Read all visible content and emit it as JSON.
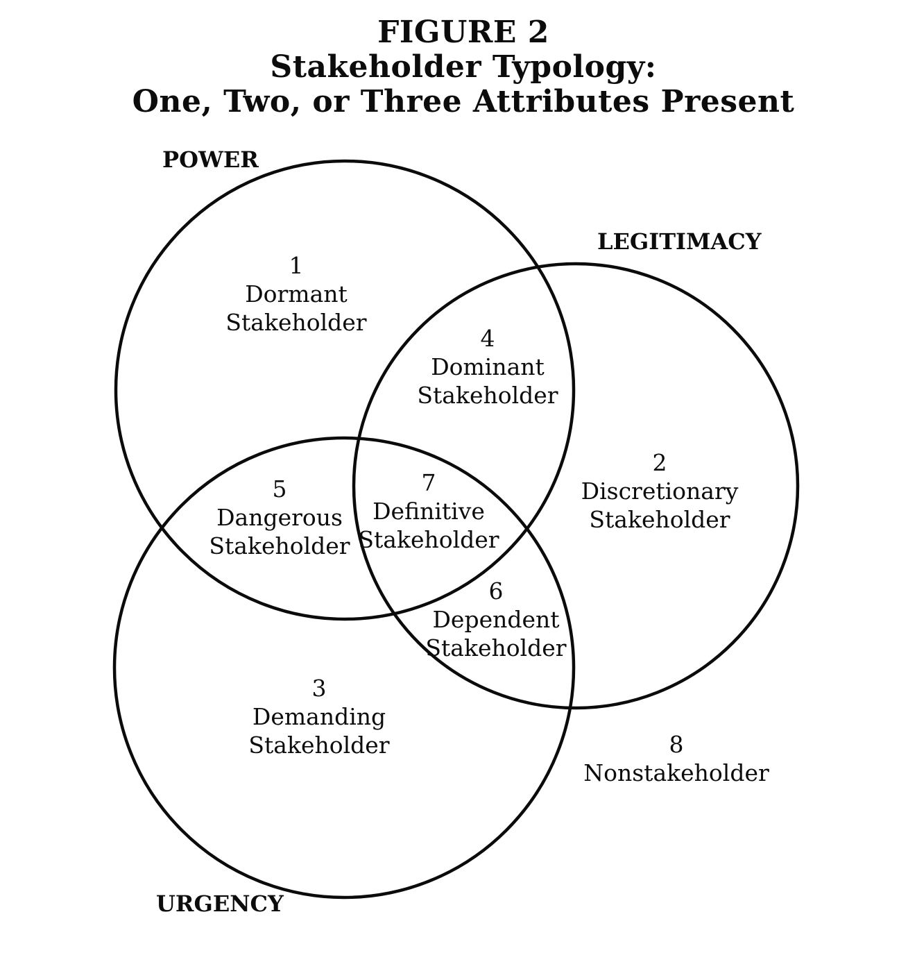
{
  "figure": {
    "title_line1": "FIGURE 2",
    "title_line2": "Stakeholder Typology:",
    "title_line3": "One, Two, or Three Attributes Present"
  },
  "attributes": {
    "power": "POWER",
    "legitimacy": "LEGITIMACY",
    "urgency": "URGENCY"
  },
  "regions": [
    {
      "number": "1",
      "name_line1": "Dormant",
      "name_line2": "Stakeholder"
    },
    {
      "number": "2",
      "name_line1": "Discretionary",
      "name_line2": "Stakeholder"
    },
    {
      "number": "3",
      "name_line1": "Demanding",
      "name_line2": "Stakeholder"
    },
    {
      "number": "4",
      "name_line1": "Dominant",
      "name_line2": "Stakeholder"
    },
    {
      "number": "5",
      "name_line1": "Dangerous",
      "name_line2": "Stakeholder"
    },
    {
      "number": "6",
      "name_line1": "Dependent",
      "name_line2": "Stakeholder"
    },
    {
      "number": "7",
      "name_line1": "Definitive",
      "name_line2": "Stakeholder"
    },
    {
      "number": "8",
      "name_line1": "Nonstakeholder"
    }
  ],
  "colors": {
    "ink": "#0b0b0b",
    "background": "#ffffff"
  }
}
